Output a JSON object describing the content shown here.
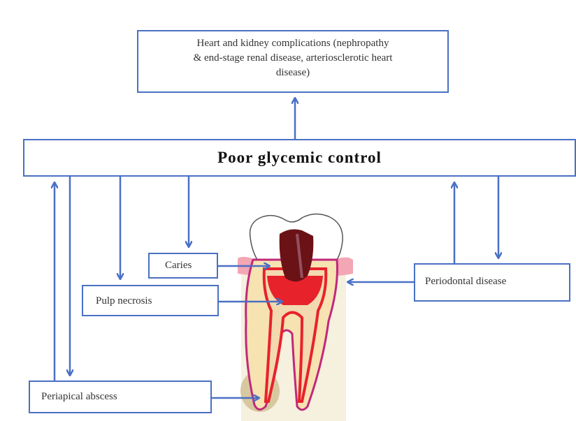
{
  "top_box": {
    "line1": "Heart and kidney complications (nephropathy",
    "line2": "& end-stage renal disease, arteriosclerotic heart",
    "line3": "disease)"
  },
  "main_bar": {
    "label": "Poor glycemic control"
  },
  "caries": {
    "label": "Caries"
  },
  "pulp": {
    "label": "Pulp necrosis"
  },
  "periodontal": {
    "label": "Periodontal disease"
  },
  "abscess": {
    "label": "Periapical abscess"
  },
  "colors": {
    "arrow": "#4a70c4",
    "box_border": "#4a70c4",
    "gum": "#f3a6b4",
    "pulp": "#e8222b",
    "decay": "#6b1216"
  }
}
